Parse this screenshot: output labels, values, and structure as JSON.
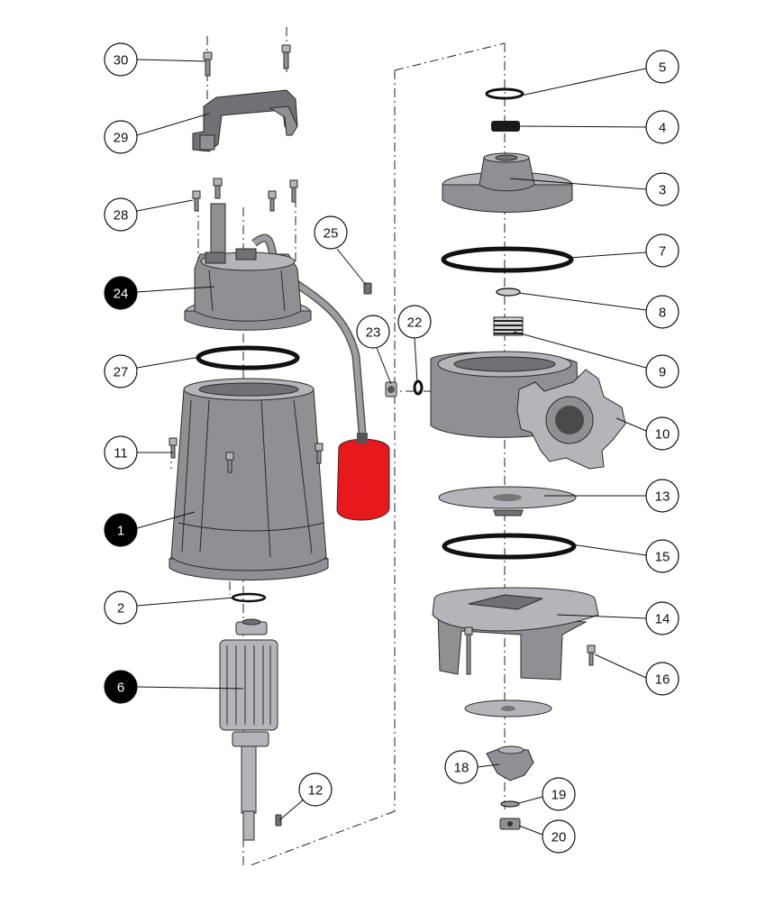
{
  "colors": {
    "background": "#ffffff",
    "part_gray": "#8e9093",
    "part_dark": "#6f7174",
    "part_light": "#b3b5b8",
    "float_red": "#e8191c",
    "callout_highlight": "#000000"
  },
  "callouts": [
    {
      "id": "c30",
      "label": "30",
      "filled": false
    },
    {
      "id": "c29",
      "label": "29",
      "filled": false
    },
    {
      "id": "c28",
      "label": "28",
      "filled": false
    },
    {
      "id": "c24",
      "label": "24",
      "filled": true
    },
    {
      "id": "c27",
      "label": "27",
      "filled": false
    },
    {
      "id": "c11",
      "label": "11",
      "filled": false
    },
    {
      "id": "c1",
      "label": "1",
      "filled": true
    },
    {
      "id": "c2",
      "label": "2",
      "filled": false
    },
    {
      "id": "c6",
      "label": "6",
      "filled": true
    },
    {
      "id": "c12",
      "label": "12",
      "filled": false
    },
    {
      "id": "c25",
      "label": "25",
      "filled": false
    },
    {
      "id": "c23",
      "label": "23",
      "filled": false
    },
    {
      "id": "c22",
      "label": "22",
      "filled": false
    },
    {
      "id": "c5",
      "label": "5",
      "filled": false
    },
    {
      "id": "c4",
      "label": "4",
      "filled": false
    },
    {
      "id": "c3",
      "label": "3",
      "filled": false
    },
    {
      "id": "c7",
      "label": "7",
      "filled": false
    },
    {
      "id": "c8",
      "label": "8",
      "filled": false
    },
    {
      "id": "c9",
      "label": "9",
      "filled": false
    },
    {
      "id": "c10",
      "label": "10",
      "filled": false
    },
    {
      "id": "c13",
      "label": "13",
      "filled": false
    },
    {
      "id": "c15",
      "label": "15",
      "filled": false
    },
    {
      "id": "c14",
      "label": "14",
      "filled": false
    },
    {
      "id": "c16",
      "label": "16",
      "filled": false
    },
    {
      "id": "c18",
      "label": "18",
      "filled": false
    },
    {
      "id": "c19",
      "label": "19",
      "filled": false
    },
    {
      "id": "c20",
      "label": "20",
      "filled": false
    }
  ]
}
